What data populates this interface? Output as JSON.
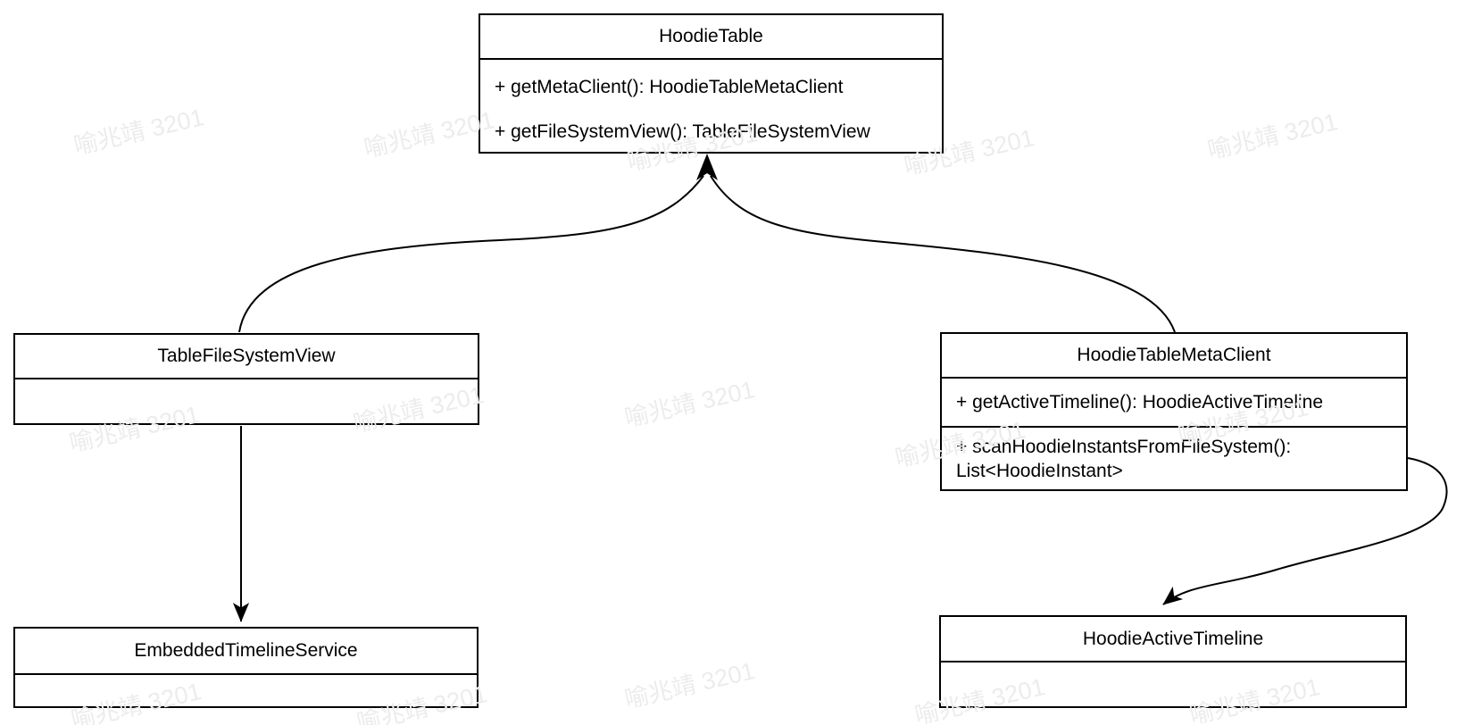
{
  "watermark": {
    "text": "喻兆靖 3201",
    "color": "#ececec"
  },
  "classes": {
    "hoodie_table": {
      "title": "HoodieTable",
      "methods": [
        "+ getMetaClient(): HoodieTableMetaClient",
        "+ getFileSystemView(): TableFileSystemView"
      ]
    },
    "table_file_system_view": {
      "title": "TableFileSystemView"
    },
    "hoodie_table_meta_client": {
      "title": "HoodieTableMetaClient",
      "method1": "+ getActiveTimeline(): HoodieActiveTimeline",
      "method2": "+ scanHoodieInstantsFromFileSystem(): List<HoodieInstant>"
    },
    "embedded_timeline_service": {
      "title": "EmbeddedTimelineService"
    },
    "hoodie_active_timeline": {
      "title": "HoodieActiveTimeline"
    }
  },
  "edges": [
    {
      "from": "TableFileSystemView",
      "to": "HoodieTable",
      "style": "curved-arrow-up"
    },
    {
      "from": "HoodieTableMetaClient",
      "to": "HoodieTable",
      "style": "curved-arrow-up"
    },
    {
      "from": "TableFileSystemView",
      "to": "EmbeddedTimelineService",
      "style": "straight-arrow-down"
    },
    {
      "from": "HoodieTableMetaClient",
      "to": "HoodieActiveTimeline",
      "style": "s-curve-arrow-down"
    }
  ],
  "colors": {
    "line": "#000000",
    "background": "#ffffff",
    "watermark": "#ececec"
  }
}
